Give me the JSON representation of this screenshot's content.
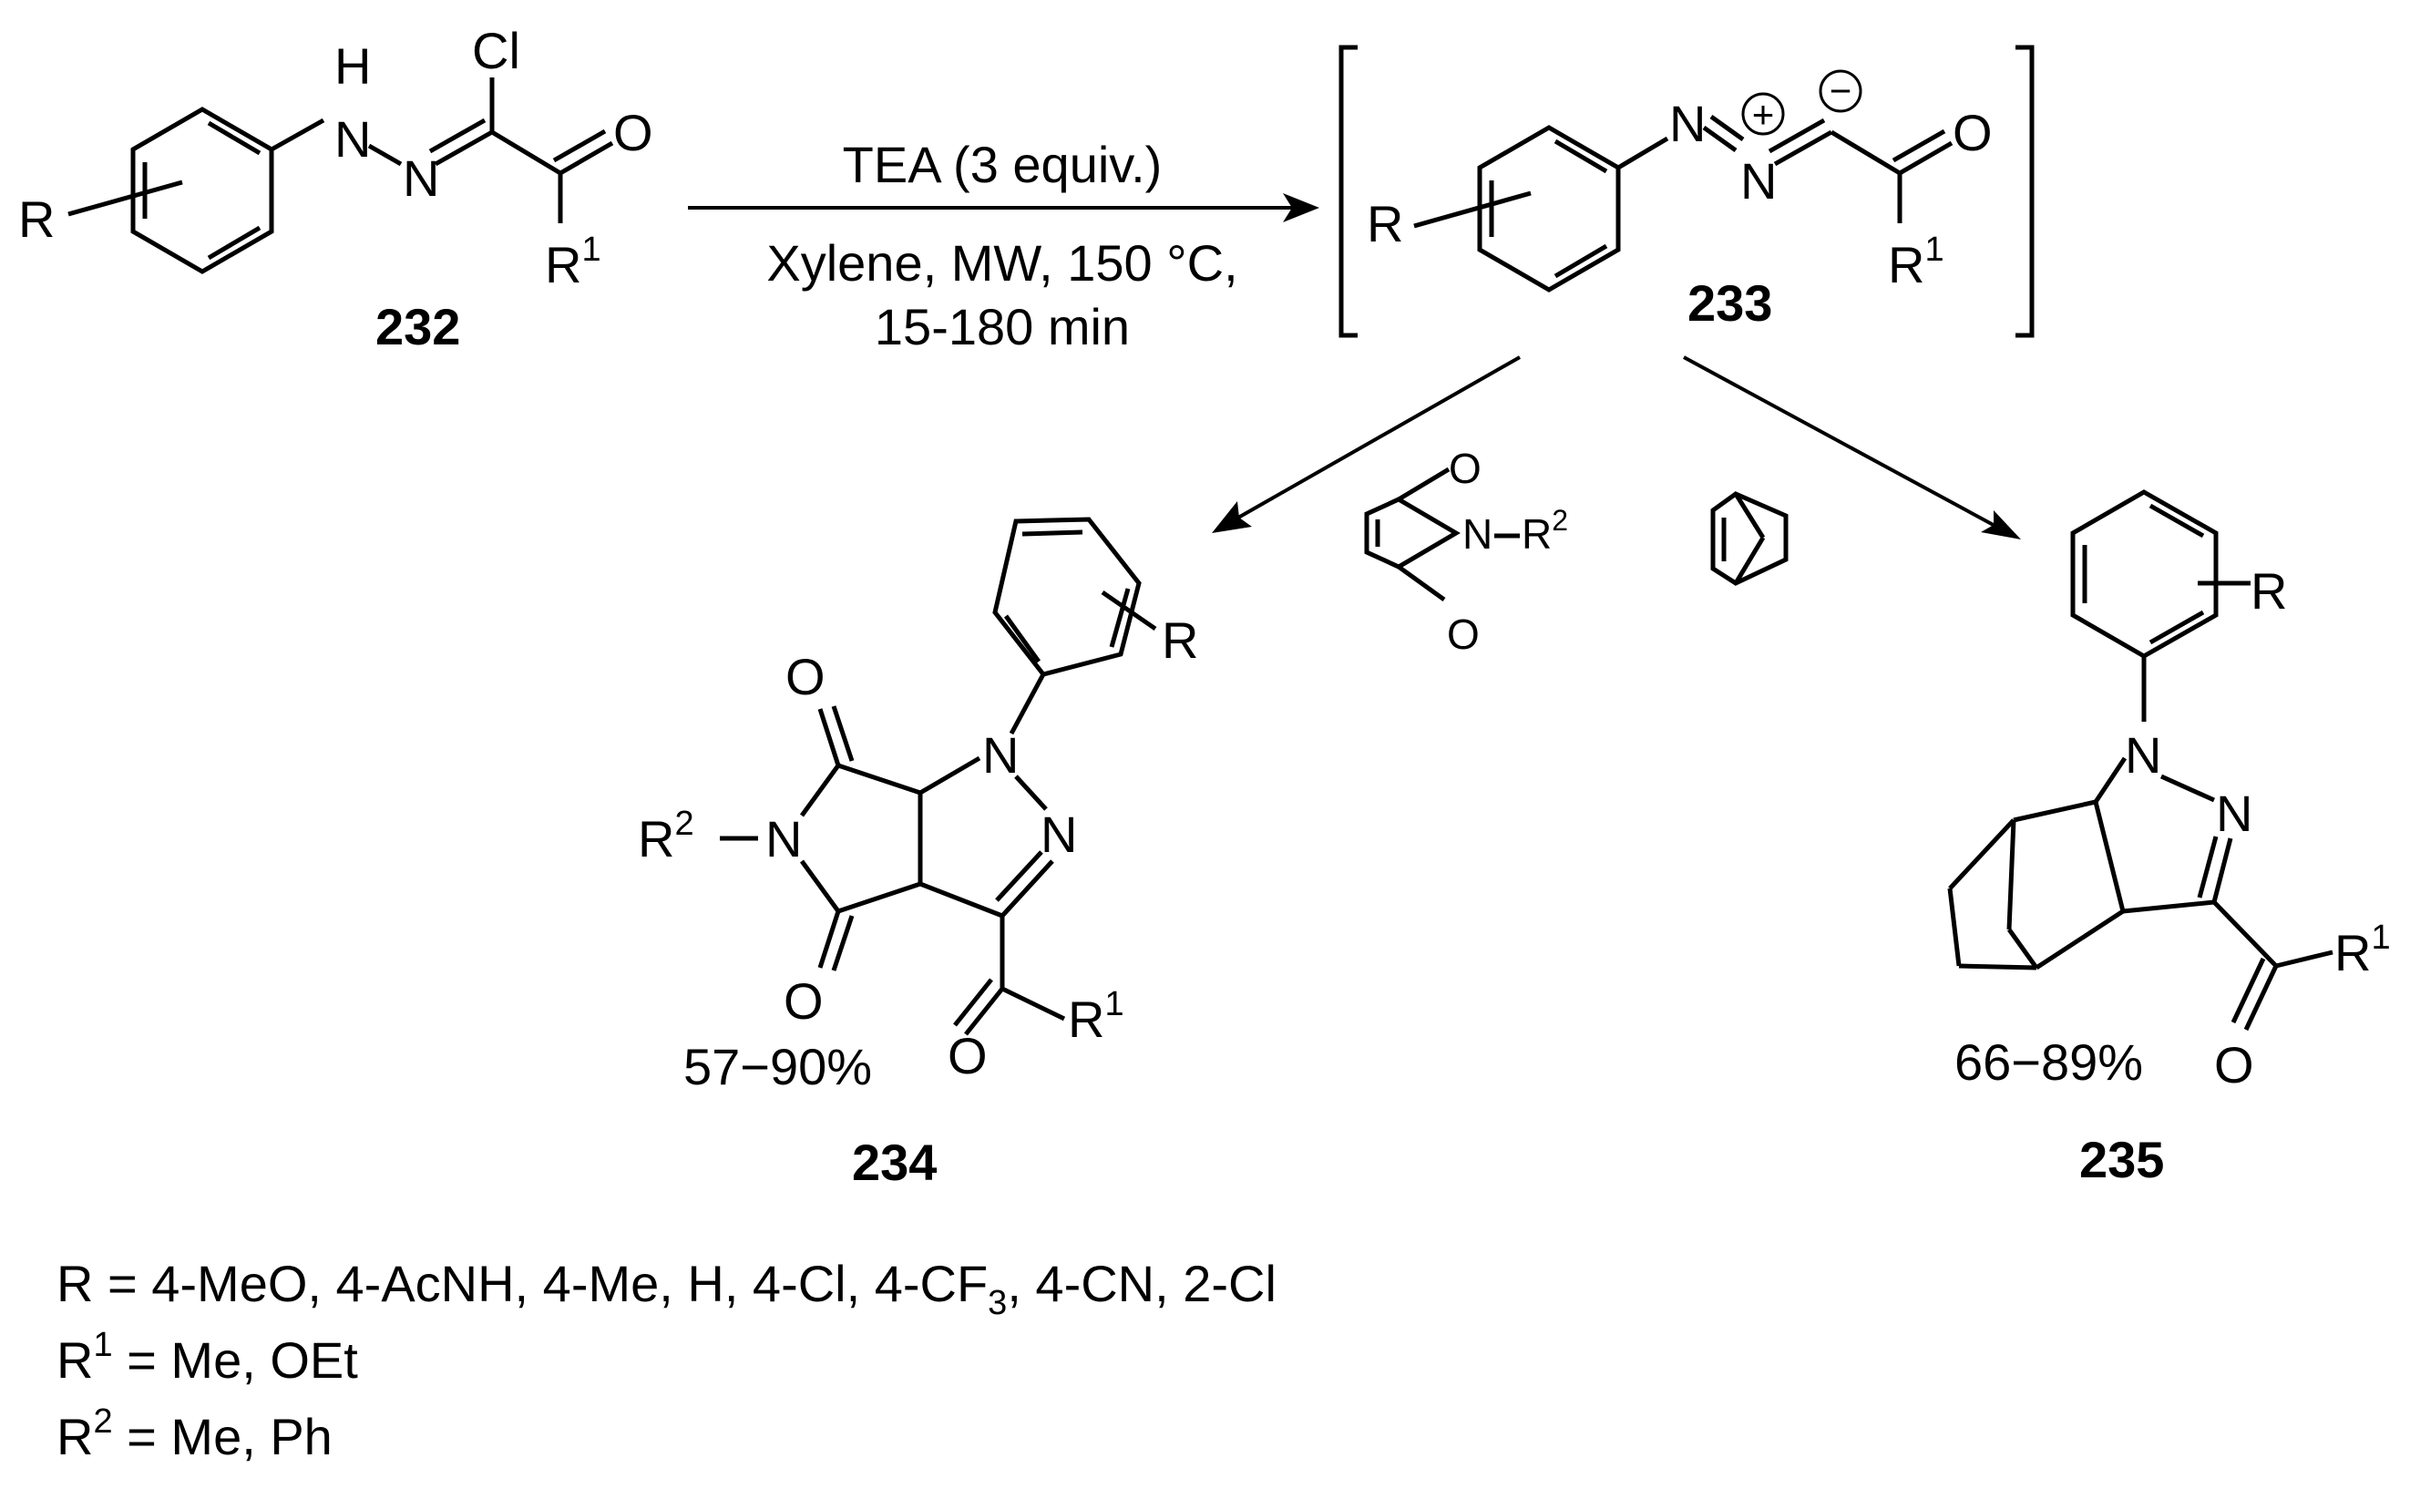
{
  "compounds": {
    "start": {
      "label": "232",
      "atoms": {
        "r": "R",
        "nh": "H",
        "nh_n": "N",
        "n2": "N",
        "cl": "Cl",
        "o": "O",
        "r1": "R",
        "r1_sup": "1"
      }
    },
    "intermediate": {
      "label": "233",
      "atoms": {
        "r": "R",
        "n1": "N",
        "n2": "N",
        "plus": "+",
        "minus": "−",
        "o": "O",
        "r1": "R",
        "r1_sup": "1"
      }
    },
    "product_234": {
      "label": "234",
      "yield": "57−90%",
      "atoms": {
        "r": "R",
        "n1": "N",
        "n2": "N",
        "n_imide": "N",
        "r2": "R",
        "r2_sup": "2",
        "o_top": "O",
        "o_bottom": "O",
        "o_ketone": "O",
        "r1": "R",
        "r1_sup": "1"
      }
    },
    "product_235": {
      "label": "235",
      "yield": "66−89%",
      "atoms": {
        "r": "R",
        "n1": "N",
        "n2": "N",
        "o": "O",
        "r1": "R",
        "r1_sup": "1"
      }
    }
  },
  "reagents": {
    "maleimide": {
      "o_top": "O",
      "o_bottom": "O",
      "n": "N",
      "r2": "R",
      "r2_sup": "2"
    }
  },
  "conditions": {
    "line1": "TEA (3 equiv.)",
    "line2": "Xylene, MW, 150 °C,",
    "line3": "15-180 min"
  },
  "legend": {
    "r_prefix": "R = 4-MeO, 4-AcNH, 4-Me, H, 4-Cl, 4-CF",
    "r_sub": "3",
    "r_suffix": ", 4-CN, 2-Cl",
    "r1_label": "R",
    "r1_sup": "1",
    "r1_values": " = Me, OEt",
    "r2_label": "R",
    "r2_sup": "2",
    "r2_values": " = Me, Ph"
  }
}
